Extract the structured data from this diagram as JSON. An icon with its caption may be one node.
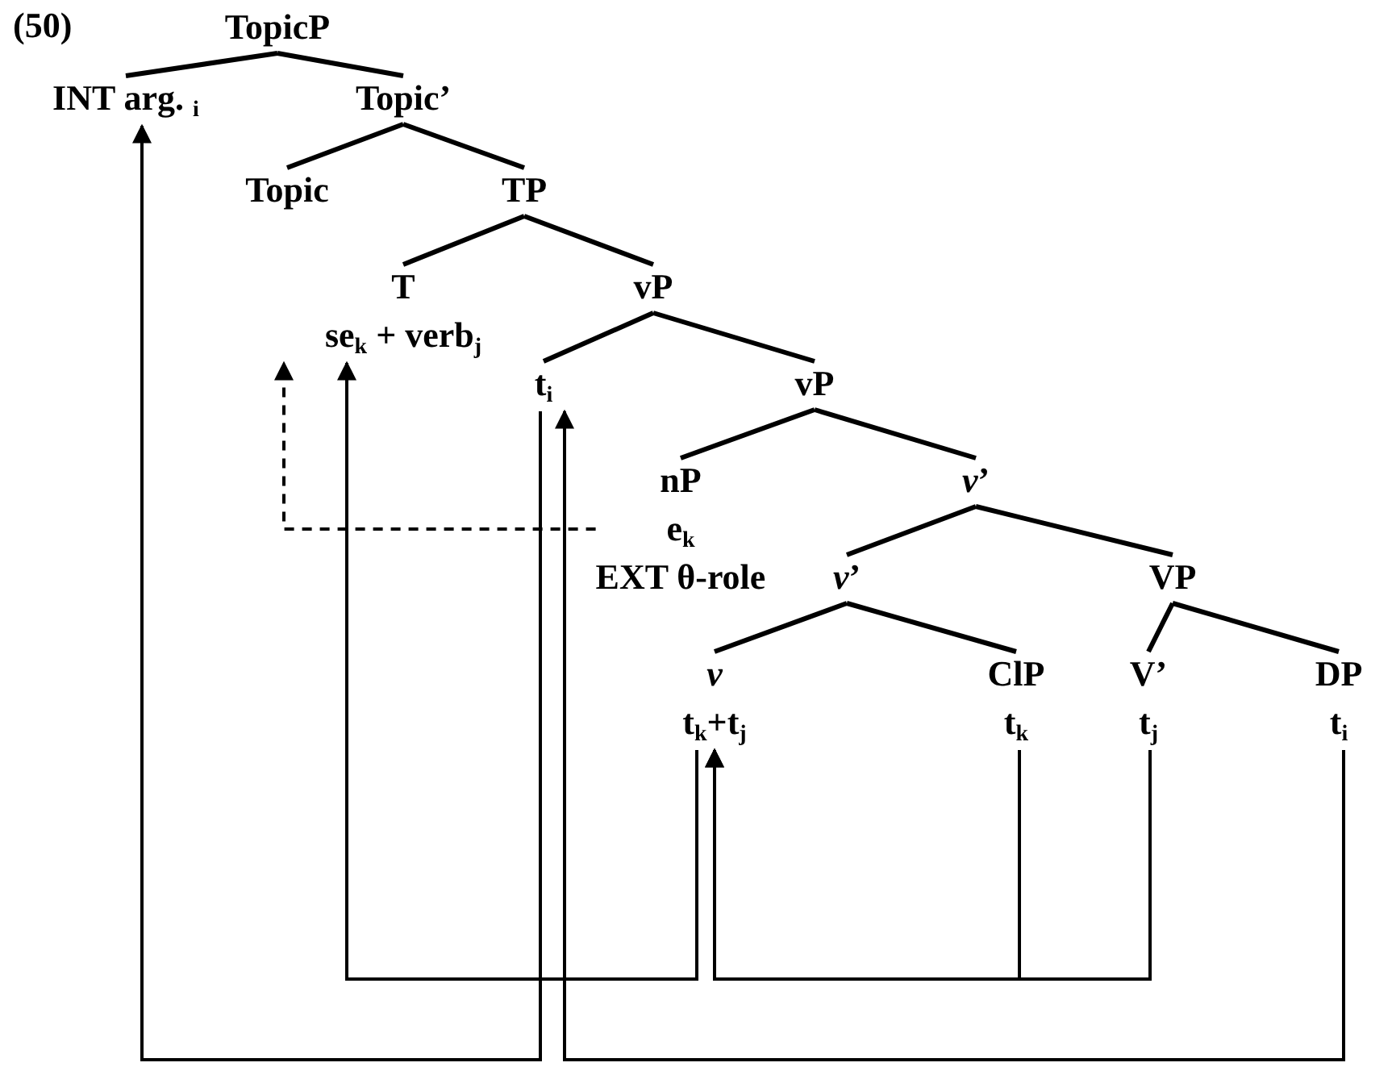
{
  "diagram": {
    "nodes": [
      {
        "text": [
          "TopicP"
        ]
      },
      {
        "text": [
          "INT arg. $_{i}$"
        ]
      },
      {
        "text": [
          "Topic’"
        ]
      },
      {
        "text": [
          "Topic"
        ]
      },
      {
        "text": [
          "TP"
        ]
      },
      {
        "text": [
          "T",
          "se$_{k}$ + verb$_{j}$"
        ]
      },
      {
        "text": [
          "vP"
        ]
      },
      {
        "text": [
          "t$_{i}$"
        ]
      },
      {
        "text": [
          "vP"
        ]
      },
      {
        "text": [
          "nP",
          "e$_{k}$",
          "EXT θ-role"
        ]
      },
      {
        "text": [
          "*v*’"
        ]
      },
      {
        "text": [
          "*v*’"
        ]
      },
      {
        "text": [
          "VP"
        ]
      },
      {
        "text": [
          "*v*",
          "t$_{k}$+t$_{j}$"
        ]
      },
      {
        "text": [
          "ClP",
          "t$_{k}$"
        ]
      },
      {
        "text": [
          "V’",
          "t$_{j}$"
        ]
      },
      {
        "text": [
          "DP",
          "t$_{i}$"
        ]
      }
    ],
    "edges": [
      {
        "from": 0,
        "to": 1,
        "arrow": "none"
      },
      {
        "from": 0,
        "to": 2,
        "arrow": "none"
      },
      {
        "from": 2,
        "to": 3,
        "arrow": "none"
      },
      {
        "from": 2,
        "to": 4,
        "arrow": "none"
      },
      {
        "from": 4,
        "to": 5,
        "arrow": "none"
      },
      {
        "from": 4,
        "to": 6,
        "arrow": "none"
      },
      {
        "from": 6,
        "to": 7,
        "arrow": "none"
      },
      {
        "from": 6,
        "to": 8,
        "arrow": "none"
      },
      {
        "from": 8,
        "to": 9,
        "arrow": "none"
      },
      {
        "from": 8,
        "to": 10,
        "arrow": "none"
      },
      {
        "from": 10,
        "to": 11,
        "arrow": "none"
      },
      {
        "from": 10,
        "to": 12,
        "arrow": "none"
      },
      {
        "from": 11,
        "to": 13,
        "arrow": "none"
      },
      {
        "from": 11,
        "to": 14,
        "arrow": "none"
      },
      {
        "from": 12,
        "to": 15,
        "arrow": "none"
      },
      {
        "from": 12,
        "to": 16,
        "arrow": "none"
      },
      {
        "from": 7,
        "to": 1,
        "arrow": "to"
      },
      {
        "from": 16,
        "to": 7,
        "arrow": "to"
      },
      {
        "from": 14,
        "to": 13,
        "arrow": "to"
      },
      {
        "from": 15,
        "to": 13,
        "arrow": "to"
      },
      {
        "from": 13,
        "to": 5,
        "arrow": "to"
      },
      {
        "from": 9,
        "to": 5,
        "arrow": "to",
        "style": "dashed"
      }
    ],
    "labels": [
      "(50)"
    ]
  }
}
